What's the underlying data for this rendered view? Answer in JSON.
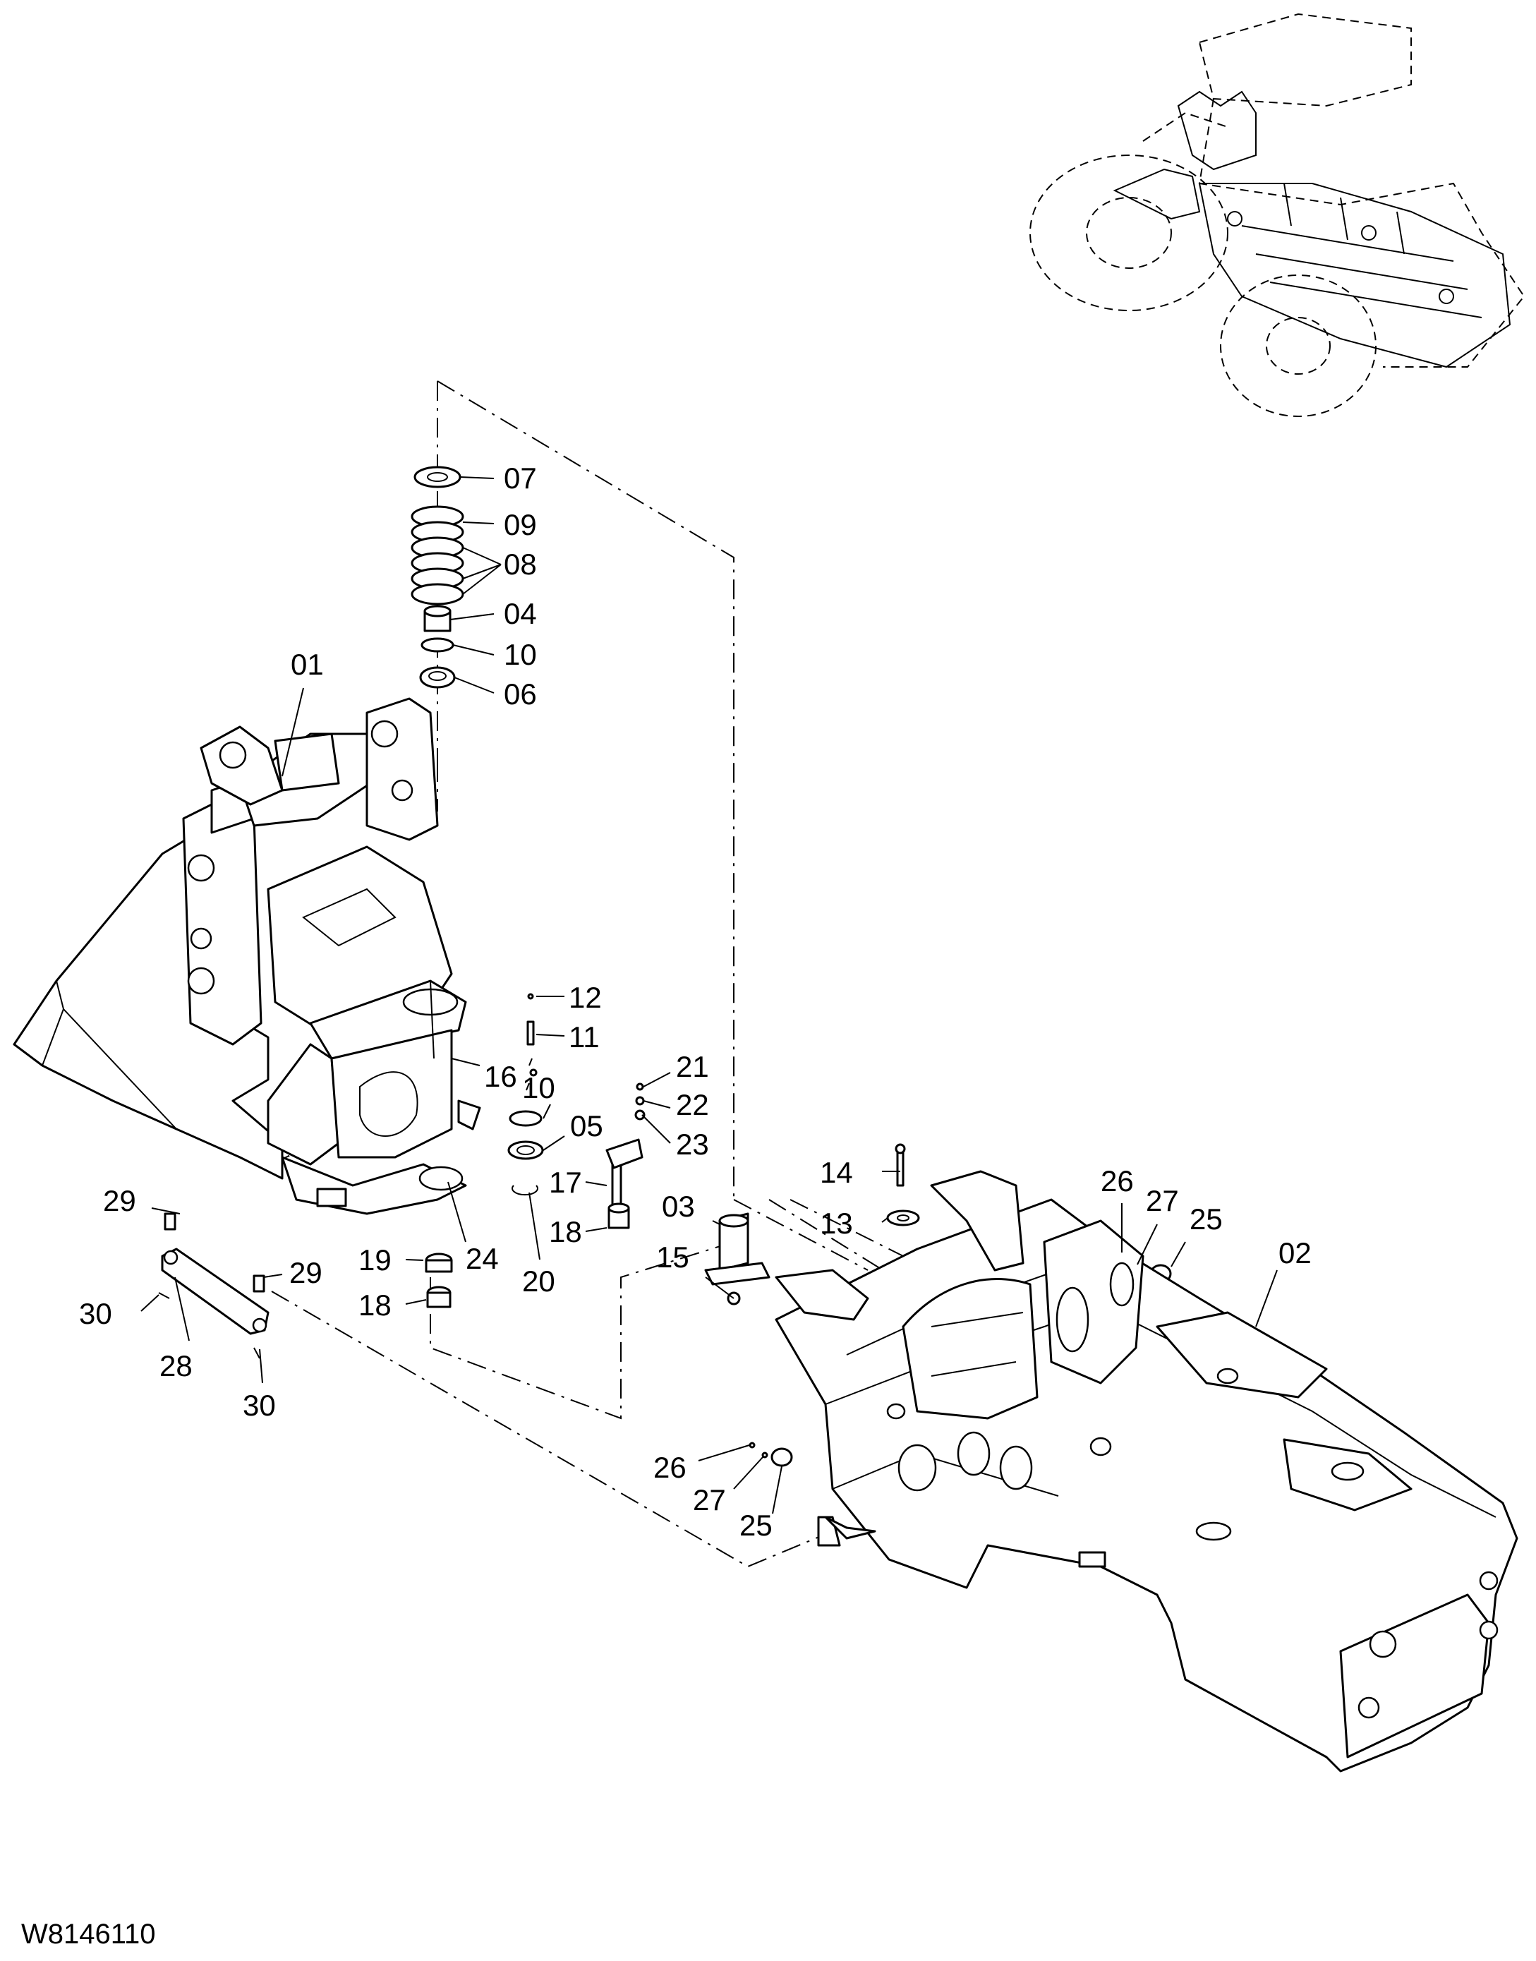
{
  "drawing_code": "W8146110",
  "callouts": [
    "01",
    "02",
    "03",
    "04",
    "05",
    "06",
    "07",
    "08",
    "09",
    "10",
    "10",
    "11",
    "12",
    "13",
    "14",
    "15",
    "16",
    "17",
    "18",
    "18",
    "19",
    "20",
    "21",
    "22",
    "23",
    "24",
    "25",
    "25",
    "26",
    "26",
    "27",
    "27",
    "28",
    "29",
    "29",
    "30",
    "30"
  ]
}
